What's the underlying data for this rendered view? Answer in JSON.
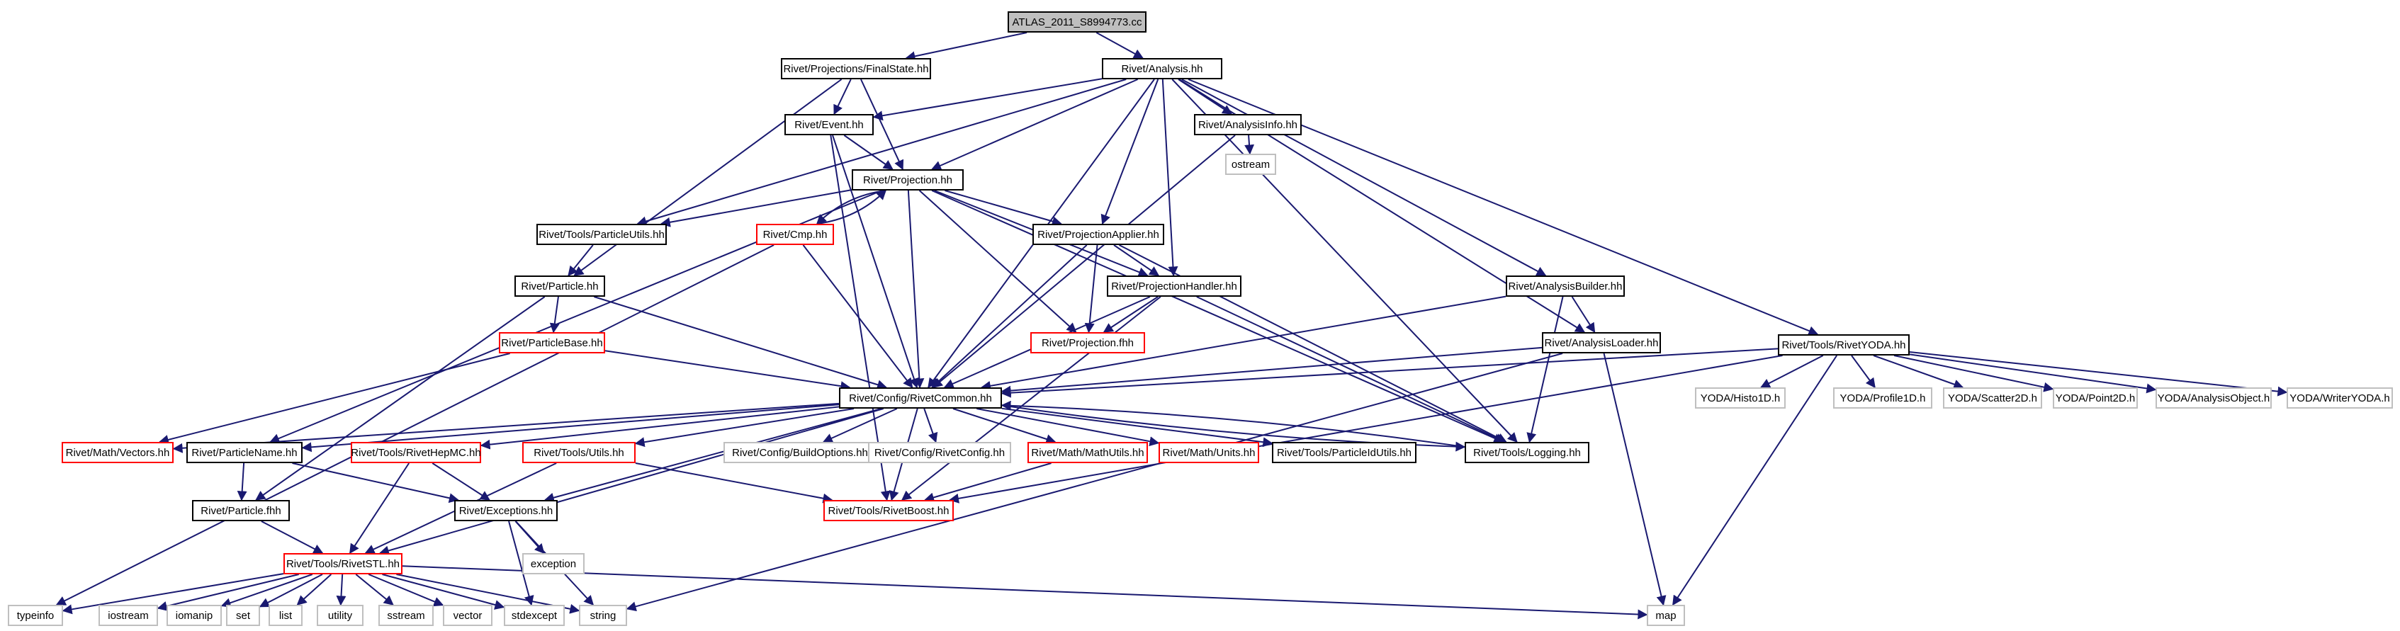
{
  "colors": {
    "edge": "#191970",
    "border_default": "#000000",
    "border_missing": "#ff0000",
    "border_external": "#bfbfbf",
    "fill_root": "#bfbfbf",
    "fill_default": "#ffffff",
    "text_external": "#7f7f7f"
  },
  "nodes": [
    {
      "id": "root",
      "label": "ATLAS_2011_S8994773.cc",
      "kind": "root"
    },
    {
      "id": "finalstate",
      "label": "Rivet/Projections/FinalState.hh",
      "kind": "default"
    },
    {
      "id": "analysis",
      "label": "Rivet/Analysis.hh",
      "kind": "default"
    },
    {
      "id": "event",
      "label": "Rivet/Event.hh",
      "kind": "default"
    },
    {
      "id": "analysisinfo",
      "label": "Rivet/AnalysisInfo.hh",
      "kind": "default"
    },
    {
      "id": "ostream",
      "label": "ostream",
      "kind": "external"
    },
    {
      "id": "projection",
      "label": "Rivet/Projection.hh",
      "kind": "default"
    },
    {
      "id": "particleutils",
      "label": "Rivet/Tools/ParticleUtils.hh",
      "kind": "default"
    },
    {
      "id": "cmp",
      "label": "Rivet/Cmp.hh",
      "kind": "missing"
    },
    {
      "id": "projapplier",
      "label": "Rivet/ProjectionApplier.hh",
      "kind": "default"
    },
    {
      "id": "analysisbuilder",
      "label": "Rivet/AnalysisBuilder.hh",
      "kind": "default"
    },
    {
      "id": "rivetyoda",
      "label": "Rivet/Tools/RivetYODA.hh",
      "kind": "default"
    },
    {
      "id": "particle",
      "label": "Rivet/Particle.hh",
      "kind": "default"
    },
    {
      "id": "projhandler",
      "label": "Rivet/ProjectionHandler.hh",
      "kind": "default"
    },
    {
      "id": "particlebase",
      "label": "Rivet/ParticleBase.hh",
      "kind": "missing"
    },
    {
      "id": "projfhh",
      "label": "Rivet/Projection.fhh",
      "kind": "missing"
    },
    {
      "id": "analysisloader",
      "label": "Rivet/AnalysisLoader.hh",
      "kind": "default"
    },
    {
      "id": "common",
      "label": "Rivet/Config/RivetCommon.hh",
      "kind": "default"
    },
    {
      "id": "histo1d",
      "label": "YODA/Histo1D.h",
      "kind": "external"
    },
    {
      "id": "profile1d",
      "label": "YODA/Profile1D.h",
      "kind": "external"
    },
    {
      "id": "scatter2d",
      "label": "YODA/Scatter2D.h",
      "kind": "external"
    },
    {
      "id": "point2d",
      "label": "YODA/Point2D.h",
      "kind": "external"
    },
    {
      "id": "analysisobject",
      "label": "YODA/AnalysisObject.h",
      "kind": "external"
    },
    {
      "id": "writeryoda",
      "label": "YODA/WriterYODA.h",
      "kind": "external"
    },
    {
      "id": "vectors",
      "label": "Rivet/Math/Vectors.hh",
      "kind": "missing"
    },
    {
      "id": "particlename",
      "label": "Rivet/ParticleName.hh",
      "kind": "default"
    },
    {
      "id": "rivethepmc",
      "label": "Rivet/Tools/RivetHepMC.hh",
      "kind": "missing"
    },
    {
      "id": "utils",
      "label": "Rivet/Tools/Utils.hh",
      "kind": "missing"
    },
    {
      "id": "buildoptions",
      "label": "Rivet/Config/BuildOptions.hh",
      "kind": "external"
    },
    {
      "id": "rivetconfig",
      "label": "Rivet/Config/RivetConfig.hh",
      "kind": "external"
    },
    {
      "id": "mathutils",
      "label": "Rivet/Math/MathUtils.hh",
      "kind": "missing"
    },
    {
      "id": "units",
      "label": "Rivet/Math/Units.hh",
      "kind": "missing"
    },
    {
      "id": "particleidutils",
      "label": "Rivet/Tools/ParticleIdUtils.hh",
      "kind": "default"
    },
    {
      "id": "logging",
      "label": "Rivet/Tools/Logging.hh",
      "kind": "default"
    },
    {
      "id": "particlefhh",
      "label": "Rivet/Particle.fhh",
      "kind": "default"
    },
    {
      "id": "exceptions",
      "label": "Rivet/Exceptions.hh",
      "kind": "default"
    },
    {
      "id": "rivetboost",
      "label": "Rivet/Tools/RivetBoost.hh",
      "kind": "missing"
    },
    {
      "id": "exception",
      "label": "exception",
      "kind": "external"
    },
    {
      "id": "rivetstl",
      "label": "Rivet/Tools/RivetSTL.hh",
      "kind": "missing"
    },
    {
      "id": "typeinfo",
      "label": "typeinfo",
      "kind": "external"
    },
    {
      "id": "iostream",
      "label": "iostream",
      "kind": "external"
    },
    {
      "id": "iomanip",
      "label": "iomanip",
      "kind": "external"
    },
    {
      "id": "set",
      "label": "set",
      "kind": "external"
    },
    {
      "id": "list",
      "label": "list",
      "kind": "external"
    },
    {
      "id": "utility",
      "label": "utility",
      "kind": "external"
    },
    {
      "id": "sstream",
      "label": "sstream",
      "kind": "external"
    },
    {
      "id": "vector",
      "label": "vector",
      "kind": "external"
    },
    {
      "id": "stdexcept",
      "label": "stdexcept",
      "kind": "external"
    },
    {
      "id": "string",
      "label": "string",
      "kind": "external"
    },
    {
      "id": "map",
      "label": "map",
      "kind": "external"
    }
  ],
  "edges": [
    [
      "root",
      "finalstate"
    ],
    [
      "root",
      "analysis"
    ],
    [
      "finalstate",
      "event"
    ],
    [
      "finalstate",
      "projection"
    ],
    [
      "finalstate",
      "particle"
    ],
    [
      "analysis",
      "event"
    ],
    [
      "analysis",
      "projection"
    ],
    [
      "analysis",
      "analysisinfo"
    ],
    [
      "analysis",
      "particleutils"
    ],
    [
      "analysis",
      "projapplier"
    ],
    [
      "analysis",
      "projhandler"
    ],
    [
      "analysis",
      "analysisbuilder"
    ],
    [
      "analysis",
      "analysisloader"
    ],
    [
      "analysis",
      "rivetyoda"
    ],
    [
      "analysis",
      "common"
    ],
    [
      "analysis",
      "logging"
    ],
    [
      "event",
      "projection"
    ],
    [
      "event",
      "common"
    ],
    [
      "event",
      "rivetboost"
    ],
    [
      "analysisinfo",
      "ostream"
    ],
    [
      "analysisinfo",
      "common"
    ],
    [
      "projection",
      "cmp"
    ],
    [
      "projection",
      "particleutils"
    ],
    [
      "projection",
      "projapplier"
    ],
    [
      "projection",
      "projhandler"
    ],
    [
      "projection",
      "projfhh"
    ],
    [
      "projection",
      "common"
    ],
    [
      "projection",
      "particlename"
    ],
    [
      "projection",
      "logging"
    ],
    [
      "cmp",
      "projection"
    ],
    [
      "cmp",
      "common"
    ],
    [
      "cmp",
      "typeinfo"
    ],
    [
      "particleutils",
      "particle"
    ],
    [
      "projapplier",
      "projhandler"
    ],
    [
      "projapplier",
      "projfhh"
    ],
    [
      "projapplier",
      "common"
    ],
    [
      "projapplier",
      "logging"
    ],
    [
      "particle",
      "particlebase"
    ],
    [
      "particle",
      "common"
    ],
    [
      "particle",
      "particlefhh"
    ],
    [
      "particlebase",
      "common"
    ],
    [
      "particlebase",
      "vectors"
    ],
    [
      "projhandler",
      "projfhh"
    ],
    [
      "projhandler",
      "common"
    ],
    [
      "projhandler",
      "logging"
    ],
    [
      "projhandler",
      "rivetboost"
    ],
    [
      "analysisbuilder",
      "analysisloader"
    ],
    [
      "analysisbuilder",
      "common"
    ],
    [
      "analysisbuilder",
      "logging"
    ],
    [
      "analysisloader",
      "common"
    ],
    [
      "analysisloader",
      "map"
    ],
    [
      "analysisloader",
      "string"
    ],
    [
      "rivetyoda",
      "common"
    ],
    [
      "rivetyoda",
      "rivetboost"
    ],
    [
      "rivetyoda",
      "histo1d"
    ],
    [
      "rivetyoda",
      "profile1d"
    ],
    [
      "rivetyoda",
      "scatter2d"
    ],
    [
      "rivetyoda",
      "point2d"
    ],
    [
      "rivetyoda",
      "analysisobject"
    ],
    [
      "rivetyoda",
      "writeryoda"
    ],
    [
      "rivetyoda",
      "map"
    ],
    [
      "common",
      "vectors"
    ],
    [
      "common",
      "particlename"
    ],
    [
      "common",
      "rivethepmc"
    ],
    [
      "common",
      "utils"
    ],
    [
      "common",
      "buildoptions"
    ],
    [
      "common",
      "rivetconfig"
    ],
    [
      "common",
      "mathutils"
    ],
    [
      "common",
      "units"
    ],
    [
      "common",
      "particleidutils"
    ],
    [
      "common",
      "logging"
    ],
    [
      "common",
      "exceptions"
    ],
    [
      "common",
      "rivetboost"
    ],
    [
      "common",
      "rivetstl"
    ],
    [
      "logging",
      "common"
    ],
    [
      "particlename",
      "particlefhh"
    ],
    [
      "particlename",
      "exceptions"
    ],
    [
      "rivethepmc",
      "exceptions"
    ],
    [
      "rivethepmc",
      "rivetstl"
    ],
    [
      "utils",
      "rivetstl"
    ],
    [
      "utils",
      "rivetboost"
    ],
    [
      "mathutils",
      "rivetboost"
    ],
    [
      "particlefhh",
      "rivetstl"
    ],
    [
      "exceptions",
      "exception"
    ],
    [
      "exceptions",
      "stdexcept"
    ],
    [
      "exceptions",
      "string"
    ],
    [
      "rivetstl",
      "typeinfo"
    ],
    [
      "rivetstl",
      "iostream"
    ],
    [
      "rivetstl",
      "iomanip"
    ],
    [
      "rivetstl",
      "set"
    ],
    [
      "rivetstl",
      "list"
    ],
    [
      "rivetstl",
      "utility"
    ],
    [
      "rivetstl",
      "sstream"
    ],
    [
      "rivetstl",
      "vector"
    ],
    [
      "rivetstl",
      "stdexcept"
    ],
    [
      "rivetstl",
      "string"
    ],
    [
      "rivetstl",
      "map"
    ]
  ]
}
